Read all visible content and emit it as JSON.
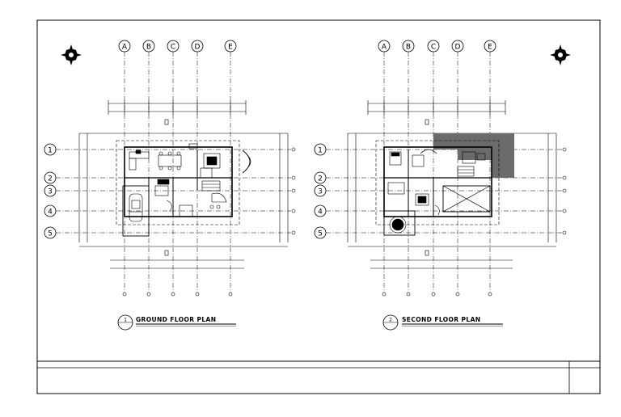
{
  "sheet": {
    "background": "#ffffff",
    "line_color": "#000000",
    "shade_color": "#6b6b6b"
  },
  "plans": [
    {
      "key": "ground",
      "title": "GROUND FLOOR PLAN",
      "number": "1",
      "grid_columns": [
        "A",
        "B",
        "C",
        "D",
        "E"
      ],
      "grid_rows": [
        "1",
        "2",
        "3",
        "4",
        "5"
      ],
      "north_arrow_icon": "compass-star-icon"
    },
    {
      "key": "second",
      "title": "SECOND FLOOR PLAN",
      "number": "2",
      "grid_columns": [
        "A",
        "B",
        "C",
        "D",
        "E"
      ],
      "grid_rows": [
        "1",
        "2",
        "3",
        "4",
        "5"
      ],
      "north_arrow_icon": "compass-star-icon"
    }
  ]
}
